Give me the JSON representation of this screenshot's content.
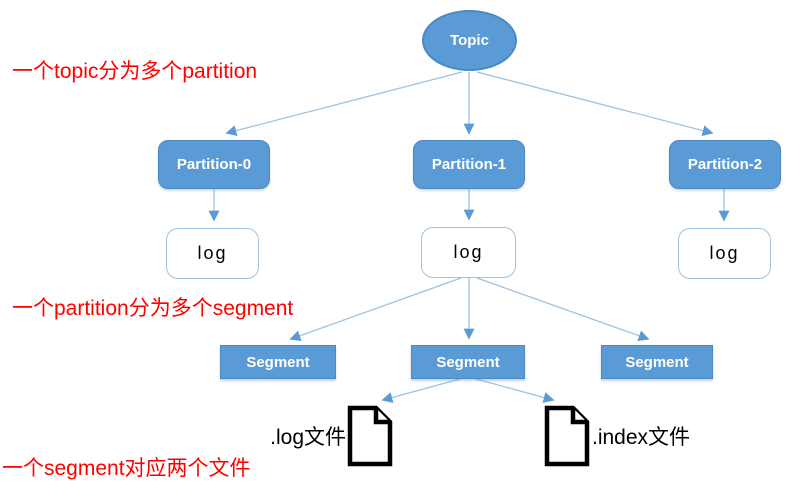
{
  "colors": {
    "node_fill": "#5B9BD5",
    "node_border": "#4A89C4",
    "arrow_line": "#9DC3E6",
    "arrow_head": "#5B9BD5",
    "log_border": "#9DC3E6",
    "annotation_red": "#FF0000"
  },
  "diagram": {
    "topic": {
      "label": "Topic"
    },
    "partitions": [
      {
        "label": "Partition-0"
      },
      {
        "label": "Partition-1"
      },
      {
        "label": "Partition-2"
      }
    ],
    "logs": [
      {
        "label": "log"
      },
      {
        "label": "log"
      },
      {
        "label": "log"
      }
    ],
    "segments": [
      {
        "label": "Segment"
      },
      {
        "label": "Segment"
      },
      {
        "label": "Segment"
      }
    ],
    "files": [
      {
        "label": ".log文件",
        "icon": "document-icon"
      },
      {
        "label": ".index文件",
        "icon": "document-icon"
      }
    ],
    "annotations": [
      {
        "text": "一个topic分为多个partition"
      },
      {
        "text": "一个partition分为多个segment"
      },
      {
        "text": "一个segment对应两个文件"
      }
    ]
  }
}
